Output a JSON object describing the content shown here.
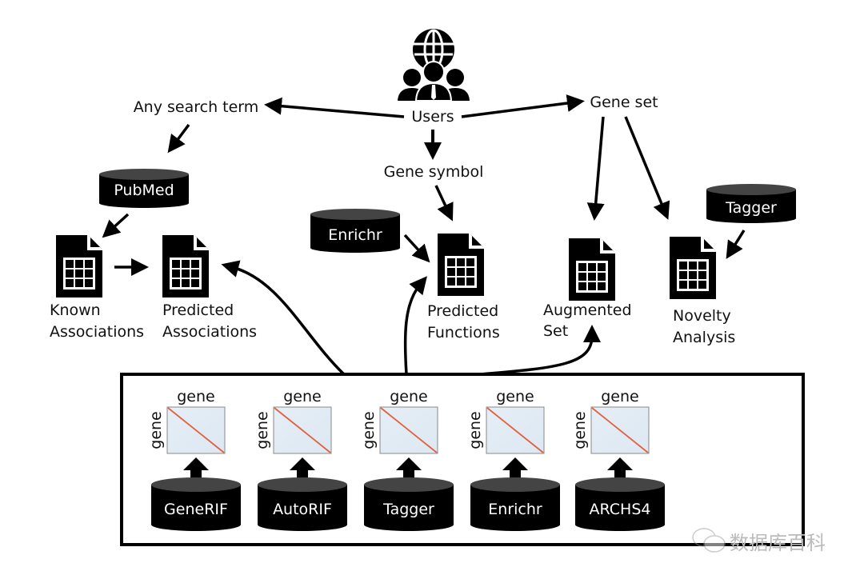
{
  "users": {
    "label": "Users"
  },
  "inputs": {
    "search_term": "Any search term",
    "gene_symbol": "Gene symbol",
    "gene_set": "Gene set"
  },
  "databases_top": {
    "pubmed": "PubMed",
    "enrichr": "Enrichr",
    "tagger": "Tagger"
  },
  "outputs": {
    "known": [
      "Known",
      "Associations"
    ],
    "predicted_assoc": [
      "Predicted",
      "Associations"
    ],
    "predicted_func": [
      "Predicted",
      "Functions"
    ],
    "augmented": [
      "Augmented",
      "Set"
    ],
    "novelty": [
      "Novelty",
      "Analysis"
    ]
  },
  "matrix_axis_label": "gene",
  "sources": [
    "GeneRIF",
    "AutoRIF",
    "Tagger",
    "Enrichr",
    "ARCHS4"
  ],
  "watermark": "数据库百科"
}
